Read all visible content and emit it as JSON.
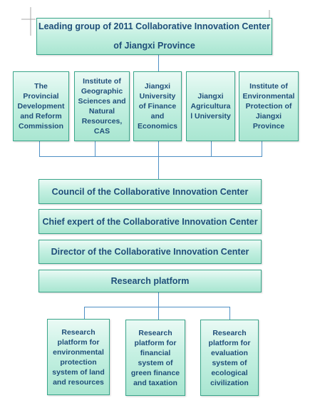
{
  "diagram": {
    "top_box": "Leading group of 2011 Collaborative Innovation Center\nof Jiangxi Province",
    "members": [
      "The\nProvincial\nDevelopment\nand Reform\nCommission",
      "Institute of\nGeographic\nSciences and\nNatural\nResources,\nCAS",
      "Jiangxi\nUniversity\nof Finance\nand\nEconomics",
      "Jiangxi\nAgricultura\nl University",
      "Institute of\nEnvironmental\nProtection of\nJiangxi\nProvince"
    ],
    "council": "Council of the Collaborative Innovation Center",
    "chief_expert": "Chief expert of the Collaborative Innovation Center",
    "director": "Director of the Collaborative Innovation Center",
    "research_platform": "Research platform",
    "platforms": [
      "Research\nplatform for\nenvironmental\nprotection\nsystem of land\nand resources",
      "Research\nplatform for\nfinancial\nsystem of\ngreen finance\nand taxation",
      "Research\nplatform for\nevaluation\nsystem of\necological\ncivilization"
    ]
  },
  "colors": {
    "box_fill_top": "#eafaf5",
    "box_fill_bottom": "#a9e6d1",
    "box_border": "#3aa58a",
    "connector": "#4f90c5",
    "text": "#1f4e79"
  }
}
